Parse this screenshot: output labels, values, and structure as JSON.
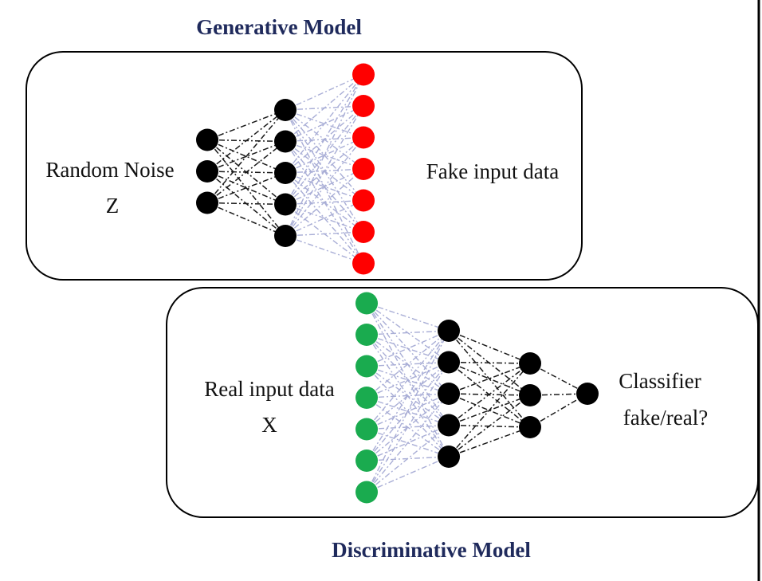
{
  "colors": {
    "title": "#1f2a5c",
    "generated_node": "#ff0000",
    "real_node": "#1aab4f",
    "hidden_node": "#000000",
    "dark_edge": "#1a1a1a",
    "light_edge": "#a9aed6",
    "right_border": "#000000"
  },
  "generative": {
    "title": "Generative Model",
    "input_label": "Random Noise",
    "input_symbol": "Z",
    "output_label": "Fake input data",
    "layers": [
      {
        "name": "noise",
        "count": 3,
        "color": "hidden_node"
      },
      {
        "name": "hidden",
        "count": 5,
        "color": "hidden_node"
      },
      {
        "name": "fake-output",
        "count": 7,
        "color": "generated_node"
      }
    ]
  },
  "discriminative": {
    "title": "Discriminative Model",
    "input_label": "Real input data",
    "input_symbol": "X",
    "classifier_label": "Classifier",
    "classifier_question": "fake/real?",
    "layers": [
      {
        "name": "real-input",
        "count": 7,
        "color": "real_node"
      },
      {
        "name": "hidden-1",
        "count": 5,
        "color": "hidden_node"
      },
      {
        "name": "hidden-2",
        "count": 3,
        "color": "hidden_node"
      },
      {
        "name": "classifier-output",
        "count": 1,
        "color": "hidden_node"
      }
    ]
  }
}
